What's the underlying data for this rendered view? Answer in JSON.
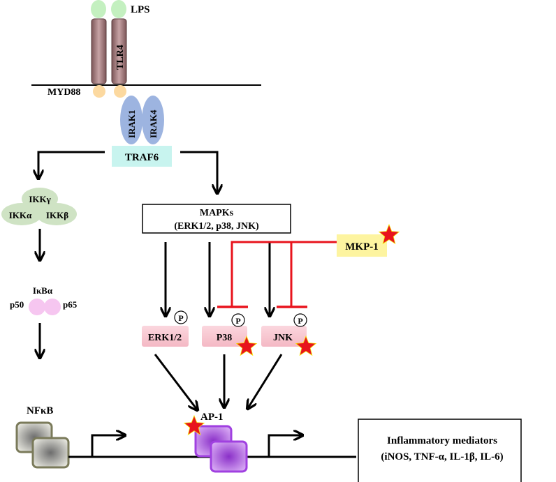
{
  "labels": {
    "lps": "LPS",
    "tlr4": "TLR4",
    "myd88": "MYD88",
    "irak1": "IRAK1",
    "irak4": "IRAK4",
    "traf6": "TRAF6",
    "ikk_gamma": "IKKγ",
    "ikk_alpha": "IKKα",
    "ikk_beta": "IKKβ",
    "ikba": "IκBα",
    "p50": "p50",
    "p65": "p65",
    "nfkb": "NFκB",
    "mapks_title": "MAPKs",
    "mapks_members": "(ERK1/2, p38, JNK)",
    "mkp1": "MKP-1",
    "erk": "ERK1/2",
    "p38": "P38",
    "jnk": "JNK",
    "phospho": "P",
    "ap1": "AP-1",
    "mediators_title": "Inflammatory mediators",
    "mediators_list": "(iNOS, TNF-α, IL-1β, IL-6)"
  },
  "colors": {
    "membrane_receptor": "#a0787a",
    "lps": "#c4f0c0",
    "adaptor": "#fcd9a0",
    "irak": "#9db4e0",
    "traf6": "#c8f4ef",
    "ikk": "#cfe3c4",
    "p50_p65": "#f6c6f0",
    "kinase_box": "#f7c5cf",
    "mkp1_box": "#fdf4a0",
    "inhibition": "#e8141d",
    "star": "#e8141d",
    "star_center": "#f6e600",
    "ap1": "#b060e0",
    "nfkb": "#8a8a8a"
  }
}
